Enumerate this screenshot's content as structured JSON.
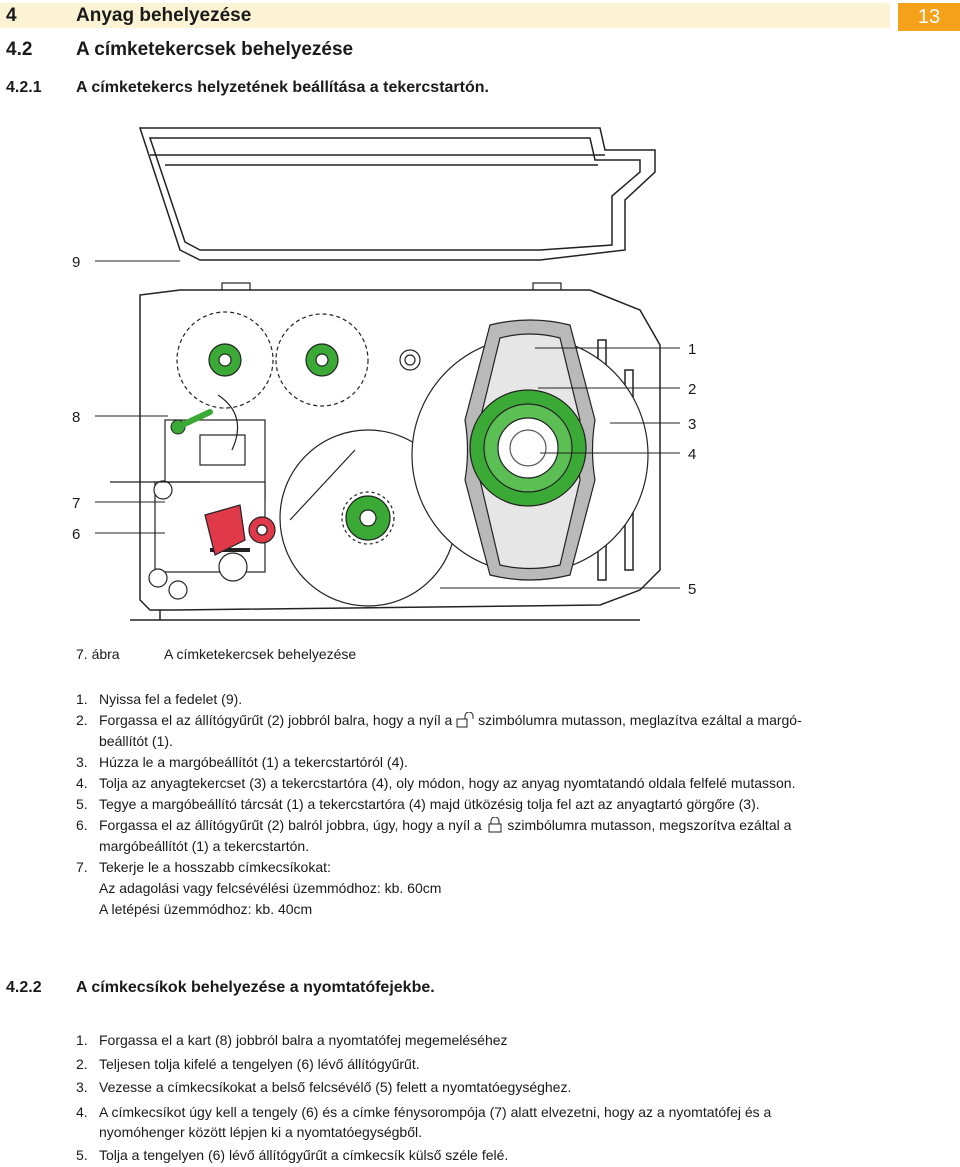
{
  "header": {
    "chapter_number": "4",
    "chapter_title": "Anyag behelyezése",
    "page_number": "13",
    "section_number": "4.2",
    "section_title": "A címketekercsek behelyezése",
    "subsection_number": "4.2.1",
    "subsection_title": "A címketekercs helyzetének beállítása a tekercstartón."
  },
  "figure": {
    "callouts": [
      "9",
      "8",
      "7",
      "6",
      "1",
      "2",
      "3",
      "4",
      "5"
    ],
    "caption_label": "7. ábra",
    "caption_text": "A címketekercsek behelyezése",
    "colors": {
      "accent_green": "#3aa935",
      "accent_red": "#e0394a",
      "header_bg": "#fbf3d4",
      "badge": "#f6a11a"
    }
  },
  "steps1": [
    {
      "num": "1.",
      "text": "Nyissa fel a fedelet (9)."
    },
    {
      "num": "2.",
      "before": "Forgassa el az állítógyűrűt (2) jobbról balra, hogy a nyíl a",
      "icon": "unlock-icon",
      "after": "szimbólumra mutasson, meglazítva ezáltal a margó-",
      "line2": "beállítót (1)."
    },
    {
      "num": "3.",
      "text": "Húzza le a margóbeállítót (1) a tekercstartóról (4)."
    },
    {
      "num": "4.",
      "text": "Tolja az anyagtekercset (3) a tekercstartóra (4), oly módon, hogy az anyag nyomtatandó oldala felfelé mutasson."
    },
    {
      "num": "5.",
      "text": "Tegye a margóbeállító tárcsát (1) a tekercstartóra (4) majd ütközésig tolja fel azt az anyagtartó görgőre (3)."
    },
    {
      "num": "6.",
      "before": "Forgassa el az állítógyűrűt (2) balról jobbra, úgy, hogy a nyíl a",
      "icon": "lock-icon",
      "after": "szimbólumra mutasson, megszorítva ezáltal a",
      "line2": "margóbeállítót (1) a tekercstartón."
    },
    {
      "num": "7.",
      "text": "Tekerje le a hosszabb címkecsíkokat:",
      "line2": "Az adagolási vagy felcsévélési üzemmódhoz: kb. 60cm",
      "line3": "A letépési üzemmódhoz: kb. 40cm"
    }
  ],
  "section2": {
    "number": "4.2.2",
    "title": "A címkecsíkok behelyezése a nyomtatófejekbe."
  },
  "steps2": [
    {
      "num": "1.",
      "text": "Forgassa el a kart (8) jobbról balra a nyomtatófej megemeléséhez"
    },
    {
      "num": "2.",
      "text": "Teljesen tolja kifelé a tengelyen (6) lévő állítógyűrűt."
    },
    {
      "num": "3.",
      "text": "Vezesse a címkecsíkokat a belső felcsévélő (5) felett a nyomtatóegységhez."
    },
    {
      "num": "4.",
      "text": "A címkecsíkot úgy kell a tengely (6) és a címke fénysorompója (7) alatt elvezetni, hogy az a nyomtatófej és a",
      "line2": "nyomóhenger között lépjen ki a nyomtatóegységből."
    },
    {
      "num": "5.",
      "text": "Tolja a tengelyen (6) lévő állítógyűrűt a címkecsík külső széle felé."
    }
  ]
}
